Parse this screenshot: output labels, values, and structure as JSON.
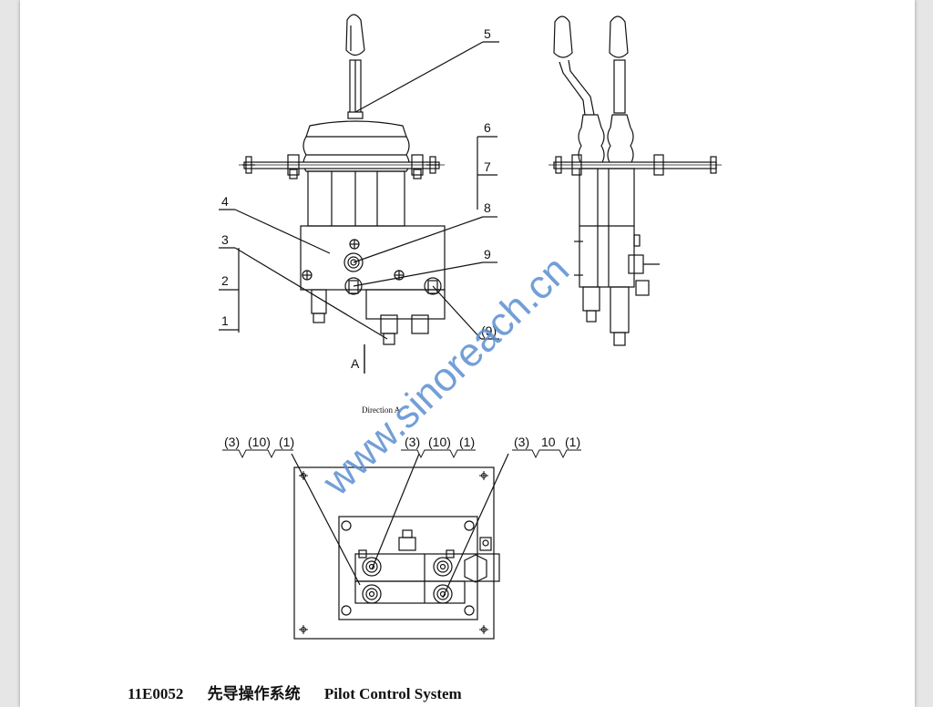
{
  "drawing": {
    "code": "11E0052",
    "title_cn": "先导操作系统",
    "title_en": "Pilot Control System",
    "view_label": "A",
    "direction_label": "Direction A",
    "callouts_right": [
      "5",
      "6",
      "7",
      "8",
      "9",
      "(9)"
    ],
    "callouts_left": [
      "4",
      "3",
      "2",
      "1"
    ],
    "bottom_groups": [
      [
        "(3)",
        "(10)",
        "(1)"
      ],
      [
        "(3)",
        "(10)",
        "(1)"
      ],
      [
        "(3)",
        "10",
        "(1)"
      ]
    ]
  },
  "watermark": "www.sinoreach.cn"
}
